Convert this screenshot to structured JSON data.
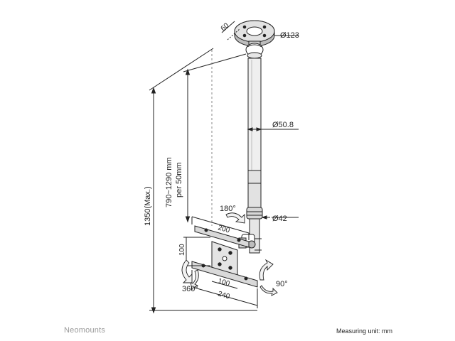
{
  "brand": {
    "name": "Neomounts"
  },
  "footer": {
    "measuring_unit": "Measuring unit: mm"
  },
  "dimensions": {
    "plate_diameter": "Ø123",
    "plate_depth": "60",
    "pole_diameter": "Ø50.8",
    "lower_diameter": "Ø42",
    "total_height": "1350(Max.)",
    "adjust_range": "790~1290 mm",
    "adjust_step": "per 50mm",
    "bracket_width_top": "200",
    "bracket_height": "100",
    "vesa_width": "100",
    "bracket_width_bottom": "240"
  },
  "rotations": {
    "swivel": "180°",
    "rotate": "360°",
    "tilt": "90°"
  },
  "colors": {
    "line": "#222222",
    "pole_fill": "#e6e6e6",
    "plate_fill": "#cfcfcf",
    "arrow_fill": "#f2f2f2",
    "brand": "#9a9a9a"
  }
}
